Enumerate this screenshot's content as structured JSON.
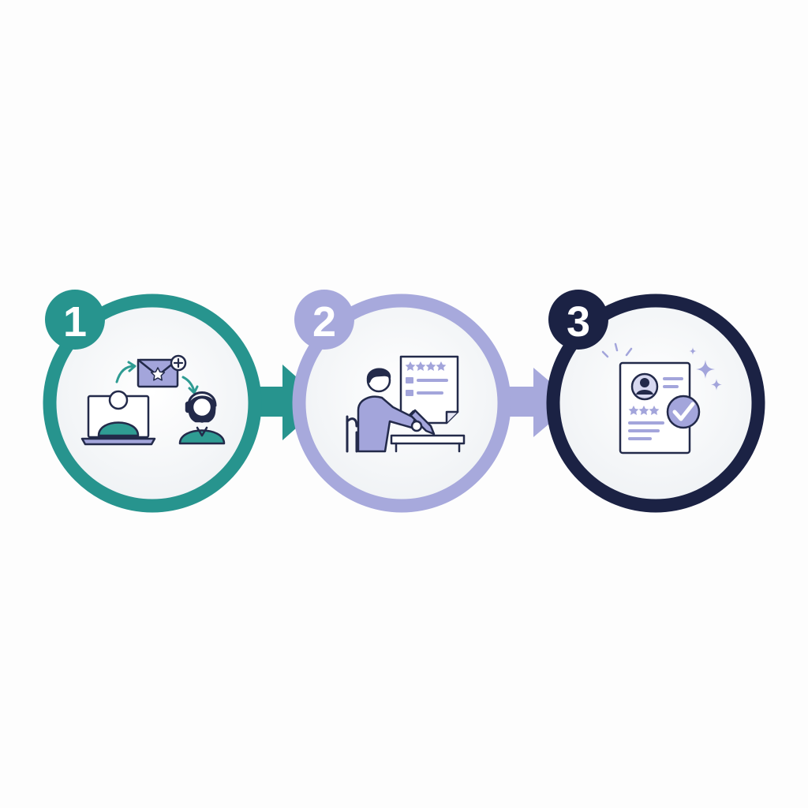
{
  "colors": {
    "teal": "#27948e",
    "lavender": "#a7a9dc",
    "navy": "#1b2244",
    "icon_stroke": "#232a4a",
    "icon_fill_teal": "#2f9c93",
    "icon_fill_lavender": "#a3a5db",
    "circle_fill": "#f4f6f8"
  },
  "steps": [
    {
      "number": "1",
      "icon": "customer-support-contact-icon",
      "color": "teal"
    },
    {
      "number": "2",
      "icon": "person-writing-review-icon",
      "color": "lavender"
    },
    {
      "number": "3",
      "icon": "approved-profile-document-icon",
      "color": "navy"
    }
  ],
  "connectors": [
    {
      "icon": "arrow-right-icon",
      "color": "teal"
    },
    {
      "icon": "arrow-right-icon",
      "color": "lavender"
    }
  ]
}
